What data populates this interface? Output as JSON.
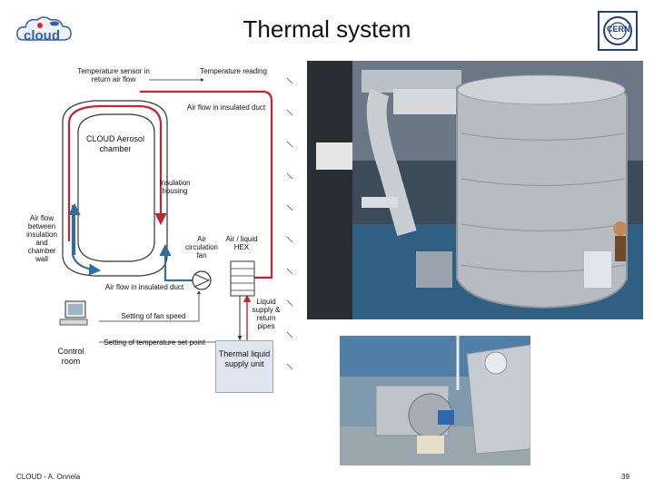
{
  "slide": {
    "title": "Thermal system",
    "footer_left": "CLOUD - A. Onnela",
    "page_number": "39"
  },
  "logos": {
    "left_text": "cloud",
    "right_text": "CERN"
  },
  "diagram": {
    "labels": {
      "temp_sensor": "Temperature sensor in return air flow",
      "temp_reading": "Temperature reading",
      "air_flow_top": "Air flow in insulated duct",
      "chamber": "CLOUD Aerosol chamber",
      "insulation": "Insulation housing",
      "air_flow_between": "Air flow between insulation and chamber wall",
      "circulation_fan": "Air circulation fan",
      "hex": "Air / liquid HEX",
      "air_flow_bottom": "Air flow in insulated duct",
      "liquid_pipes": "Liquid supply & return pipes",
      "fan_speed": "Setting of fan speed",
      "temp_setpoint": "Setting of temperature set point",
      "control_room": "Control room",
      "thermal_unit": "Thermal liquid supply unit"
    },
    "colors": {
      "hot": "#c0262d",
      "cold": "#2f6f9f",
      "line": "#333333"
    }
  }
}
